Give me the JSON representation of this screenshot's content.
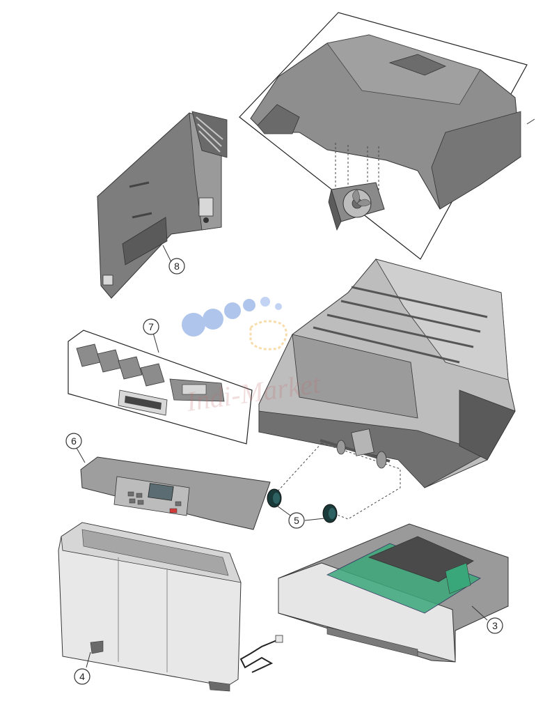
{
  "callouts": [
    "3",
    "4",
    "5",
    "6",
    "7",
    "8"
  ],
  "watermark_text": "Indi-Market",
  "colors": {
    "part_gray": "#8e8e8e",
    "part_dark": "#5a5a5a",
    "part_light": "#e6e6e6",
    "tray_green": "#3aa77a",
    "button_red": "#d23a3a",
    "watermark_blue": "#4f7fd6"
  }
}
